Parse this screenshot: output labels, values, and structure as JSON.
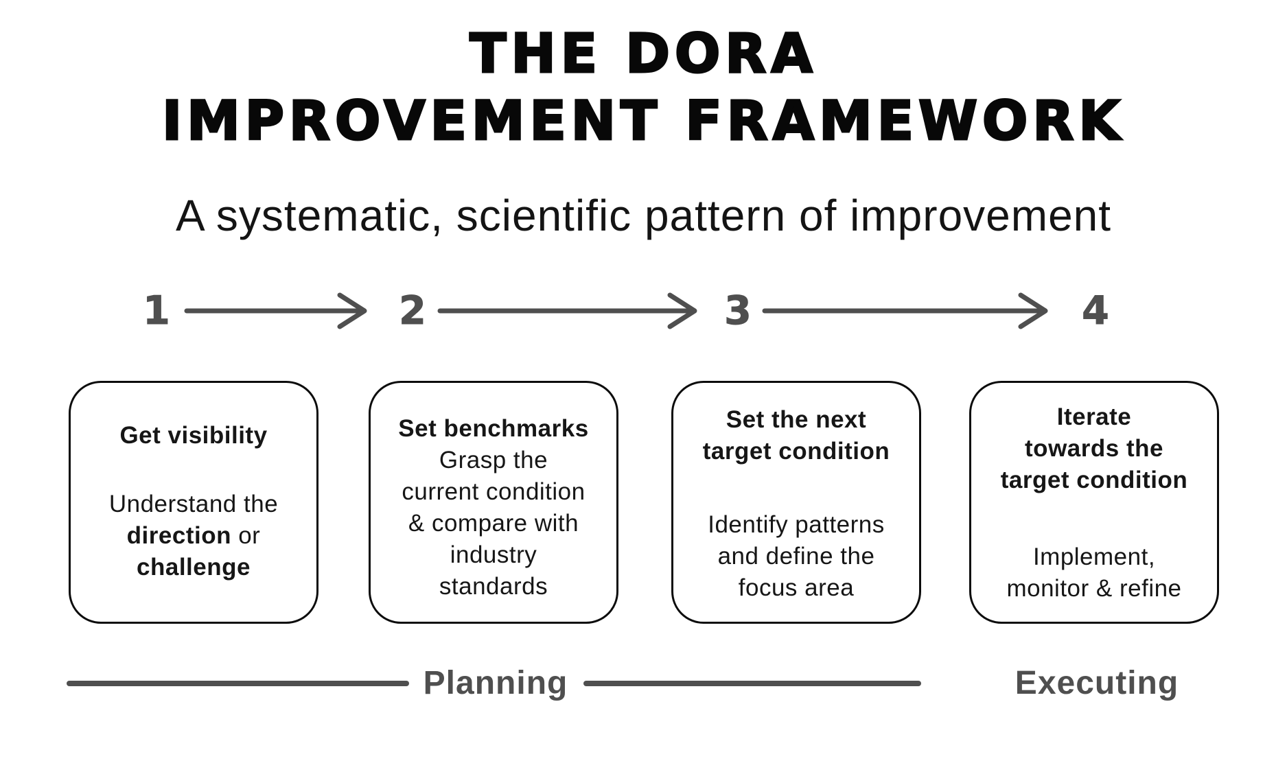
{
  "header": {
    "title": "THE DORA\nIMPROVEMENT FRAMEWORK",
    "subtitle": "A systematic, scientific pattern of improvement"
  },
  "steps": [
    {
      "number": "1",
      "heading": "Get visibility",
      "body": [
        {
          "text": "Understand the\n",
          "bold": false
        },
        {
          "text": "direction",
          "bold": true
        },
        {
          "text": " or\n",
          "bold": false
        },
        {
          "text": "challenge",
          "bold": true
        }
      ]
    },
    {
      "number": "2",
      "heading": "Set benchmarks",
      "body": [
        {
          "text": "Grasp the\ncurrent condition\n& compare with\nindustry\nstandards",
          "bold": false
        }
      ]
    },
    {
      "number": "3",
      "heading": "Set the next\ntarget condition",
      "body": [
        {
          "text": "Identify patterns\nand define the\nfocus area",
          "bold": false
        }
      ]
    },
    {
      "number": "4",
      "heading": "Iterate\ntowards the\ntarget condition",
      "body": [
        {
          "text": "Implement,\nmonitor & refine",
          "bold": false
        }
      ]
    }
  ],
  "phases": {
    "planning": "Planning",
    "executing": "Executing"
  },
  "icons": {
    "step_connector": "arrow-right"
  },
  "colors": {
    "ink": "#0c0c0c",
    "gray": "#4f4f4f",
    "background": "#ffffff"
  }
}
